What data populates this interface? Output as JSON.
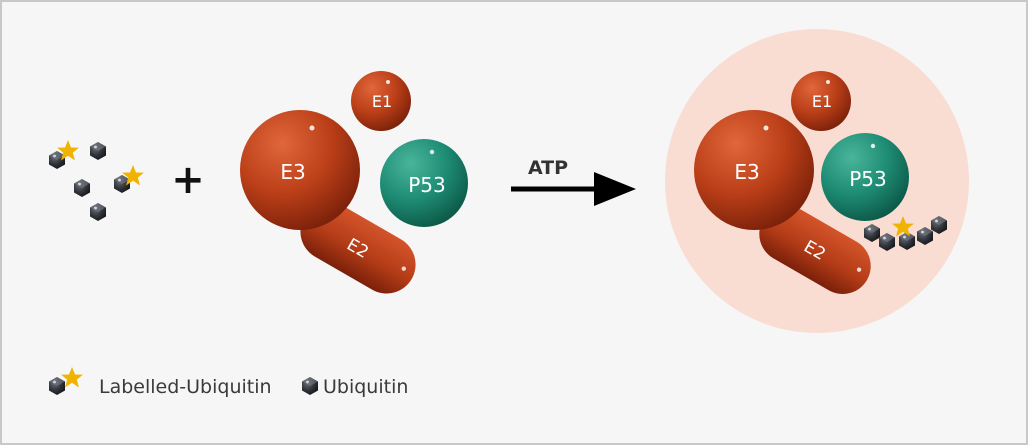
{
  "proteins": {
    "e1": "E1",
    "e2": "E2",
    "e3": "E3",
    "p53": "P53"
  },
  "reaction": {
    "plus": "+",
    "arrow_label": "ATP"
  },
  "legend": {
    "labelled": "Labelled-Ubiquitin",
    "unlabelled": "Ubiquitin"
  },
  "colors": {
    "enzyme": "#b8401a",
    "p53": "#1e8c74",
    "complex_halo": "#f9ddd2",
    "ubiquitin": "#2f3238",
    "label_star": "#f0b400"
  }
}
